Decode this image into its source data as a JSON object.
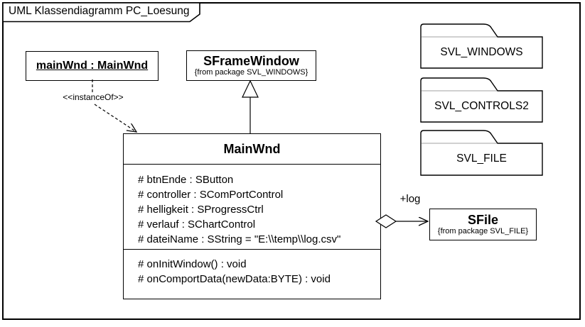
{
  "frame": {
    "title": "UML Klassendiagramm PC_Loesung"
  },
  "object_box": {
    "label": "mainWnd : MainWnd"
  },
  "classes": {
    "sframewindow": {
      "name": "SFrameWindow",
      "package_note": "{from package SVL_WINDOWS}"
    },
    "mainwnd": {
      "name": "MainWnd",
      "attributes": [
        "# btnEnde : SButton",
        "# controller : SComPortControl",
        "# helligkeit : SProgressCtrl",
        "# verlauf : SChartControl",
        "# dateiName : SString = \"E:\\\\temp\\\\log.csv\""
      ],
      "methods": [
        "# onInitWindow() : void",
        "# onComportData(newData:BYTE) : void"
      ]
    },
    "sfile": {
      "name": "SFile",
      "package_note": "{from package SVL_FILE}"
    }
  },
  "packages": [
    {
      "name": "SVL_WINDOWS"
    },
    {
      "name": "SVL_CONTROLS2"
    },
    {
      "name": "SVL_FILE"
    }
  ],
  "relations": {
    "instance_of_label": "<<instanceOf>>",
    "aggregation_label": "+log"
  },
  "colors": {
    "line": "#000000",
    "background": "#ffffff",
    "package_tab_underline": "#b4b4b4"
  }
}
